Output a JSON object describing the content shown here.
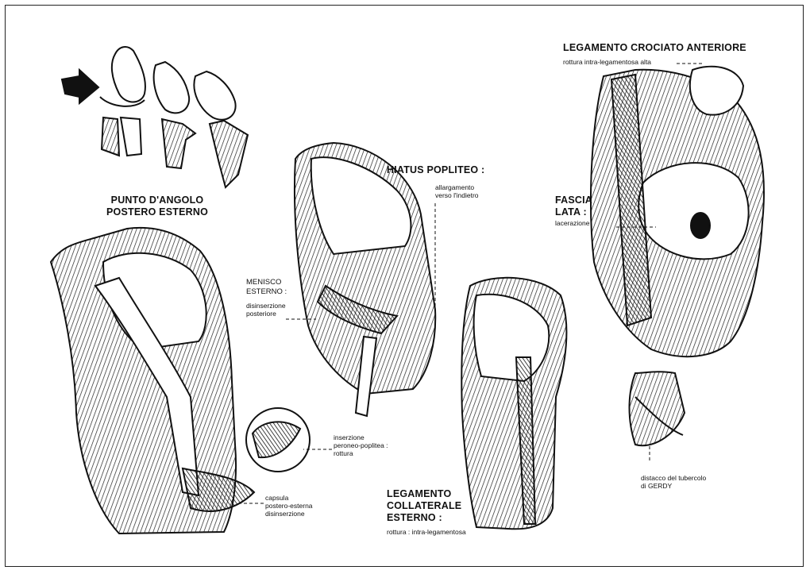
{
  "labels": {
    "punto_title_1": "PUNTO D'ANGOLO",
    "punto_title_2": "POSTERO ESTERNO",
    "hiatus_title": "HIATUS POPLITEO :",
    "hiatus_note_1": "allargamento",
    "hiatus_note_2": "verso l'indietro",
    "menisco_1": "MENISCO",
    "menisco_2": "ESTERNO :",
    "menisco_note_1": "disinserzione",
    "menisco_note_2": "posteriore",
    "inserzione_1": "inserzione",
    "inserzione_2": "peroneo-poplitea :",
    "inserzione_3": "rottura",
    "capsula_1": "capsula",
    "capsula_2": "postero-esterna",
    "capsula_3": "disinserzione",
    "lca_title": "LEGAMENTO CROCIATO ANTERIORE",
    "lca_note": "rottura  intra-legamentosa  alta",
    "fascia_1": "FASCIA",
    "fascia_2": "LATA :",
    "fascia_note": "lacerazione",
    "lce_1": "LEGAMENTO",
    "lce_2": "COLLATERALE",
    "lce_3": "ESTERNO :",
    "lce_note": "rottura : intra-legamentosa",
    "gerdy_1": "distacco del tubercolo",
    "gerdy_2": "di GERDY"
  }
}
